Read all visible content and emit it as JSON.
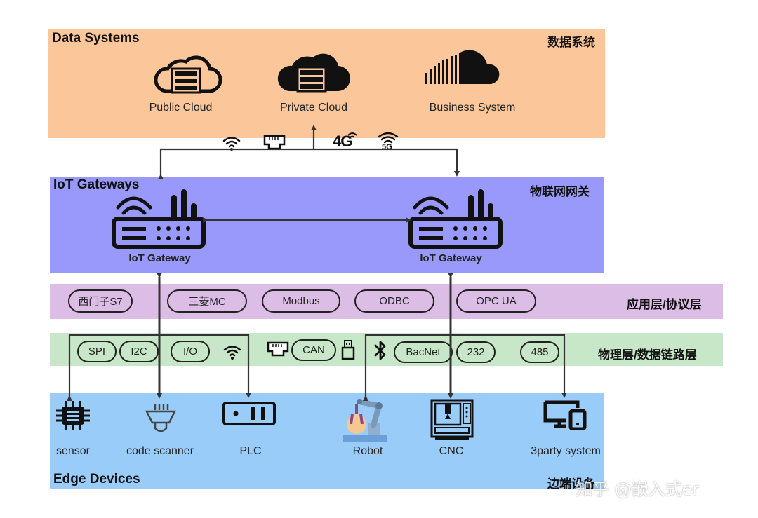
{
  "layers": {
    "data_systems": {
      "title_en": "Data Systems",
      "title_cn": "数据系统",
      "color": "#fbc79a"
    },
    "iot_gateways": {
      "title_en": "IoT Gateways",
      "title_cn": "物联网网关",
      "color": "#9999fb"
    },
    "application": {
      "title_cn": "应用层/协议层",
      "color": "#dcbde6"
    },
    "physical": {
      "title_cn": "物理层/数据链路层",
      "color": "#c8e7c8"
    },
    "edge_devices": {
      "title_en": "Edge Devices",
      "title_cn": "边端设备",
      "color": "#9accfa"
    }
  },
  "data_systems": [
    {
      "label": "Public Cloud",
      "icon": "cloud-outline-server-icon"
    },
    {
      "label": "Private Cloud",
      "icon": "cloud-filled-server-icon"
    },
    {
      "label": "Business System",
      "icon": "soundcloud-icon"
    }
  ],
  "links": {
    "labels": [
      "4G",
      "5G"
    ],
    "icons": [
      "wifi-icon",
      "ethernet-icon",
      "4g-icon",
      "5g-icon"
    ]
  },
  "gateways": [
    {
      "label": "IoT Gateway"
    },
    {
      "label": "IoT Gateway"
    }
  ],
  "protocols": [
    "西门子S7",
    "三菱MC",
    "Modbus",
    "ODBC",
    "OPC UA"
  ],
  "physical": [
    "SPI",
    "I2C",
    "I/O",
    "CAN",
    "BacNet",
    "232",
    "485"
  ],
  "edge_devices": [
    {
      "label": "sensor",
      "icon": "chip-icon"
    },
    {
      "label": "code scanner",
      "icon": "scanner-icon"
    },
    {
      "label": "PLC",
      "icon": "plc-icon"
    },
    {
      "label": "Robot",
      "icon": "robot-arm-icon"
    },
    {
      "label": "CNC",
      "icon": "cnc-machine-icon"
    },
    {
      "label": "3party system",
      "icon": "monitor-device-icon"
    }
  ],
  "watermark": "知乎 @嵌入式er"
}
